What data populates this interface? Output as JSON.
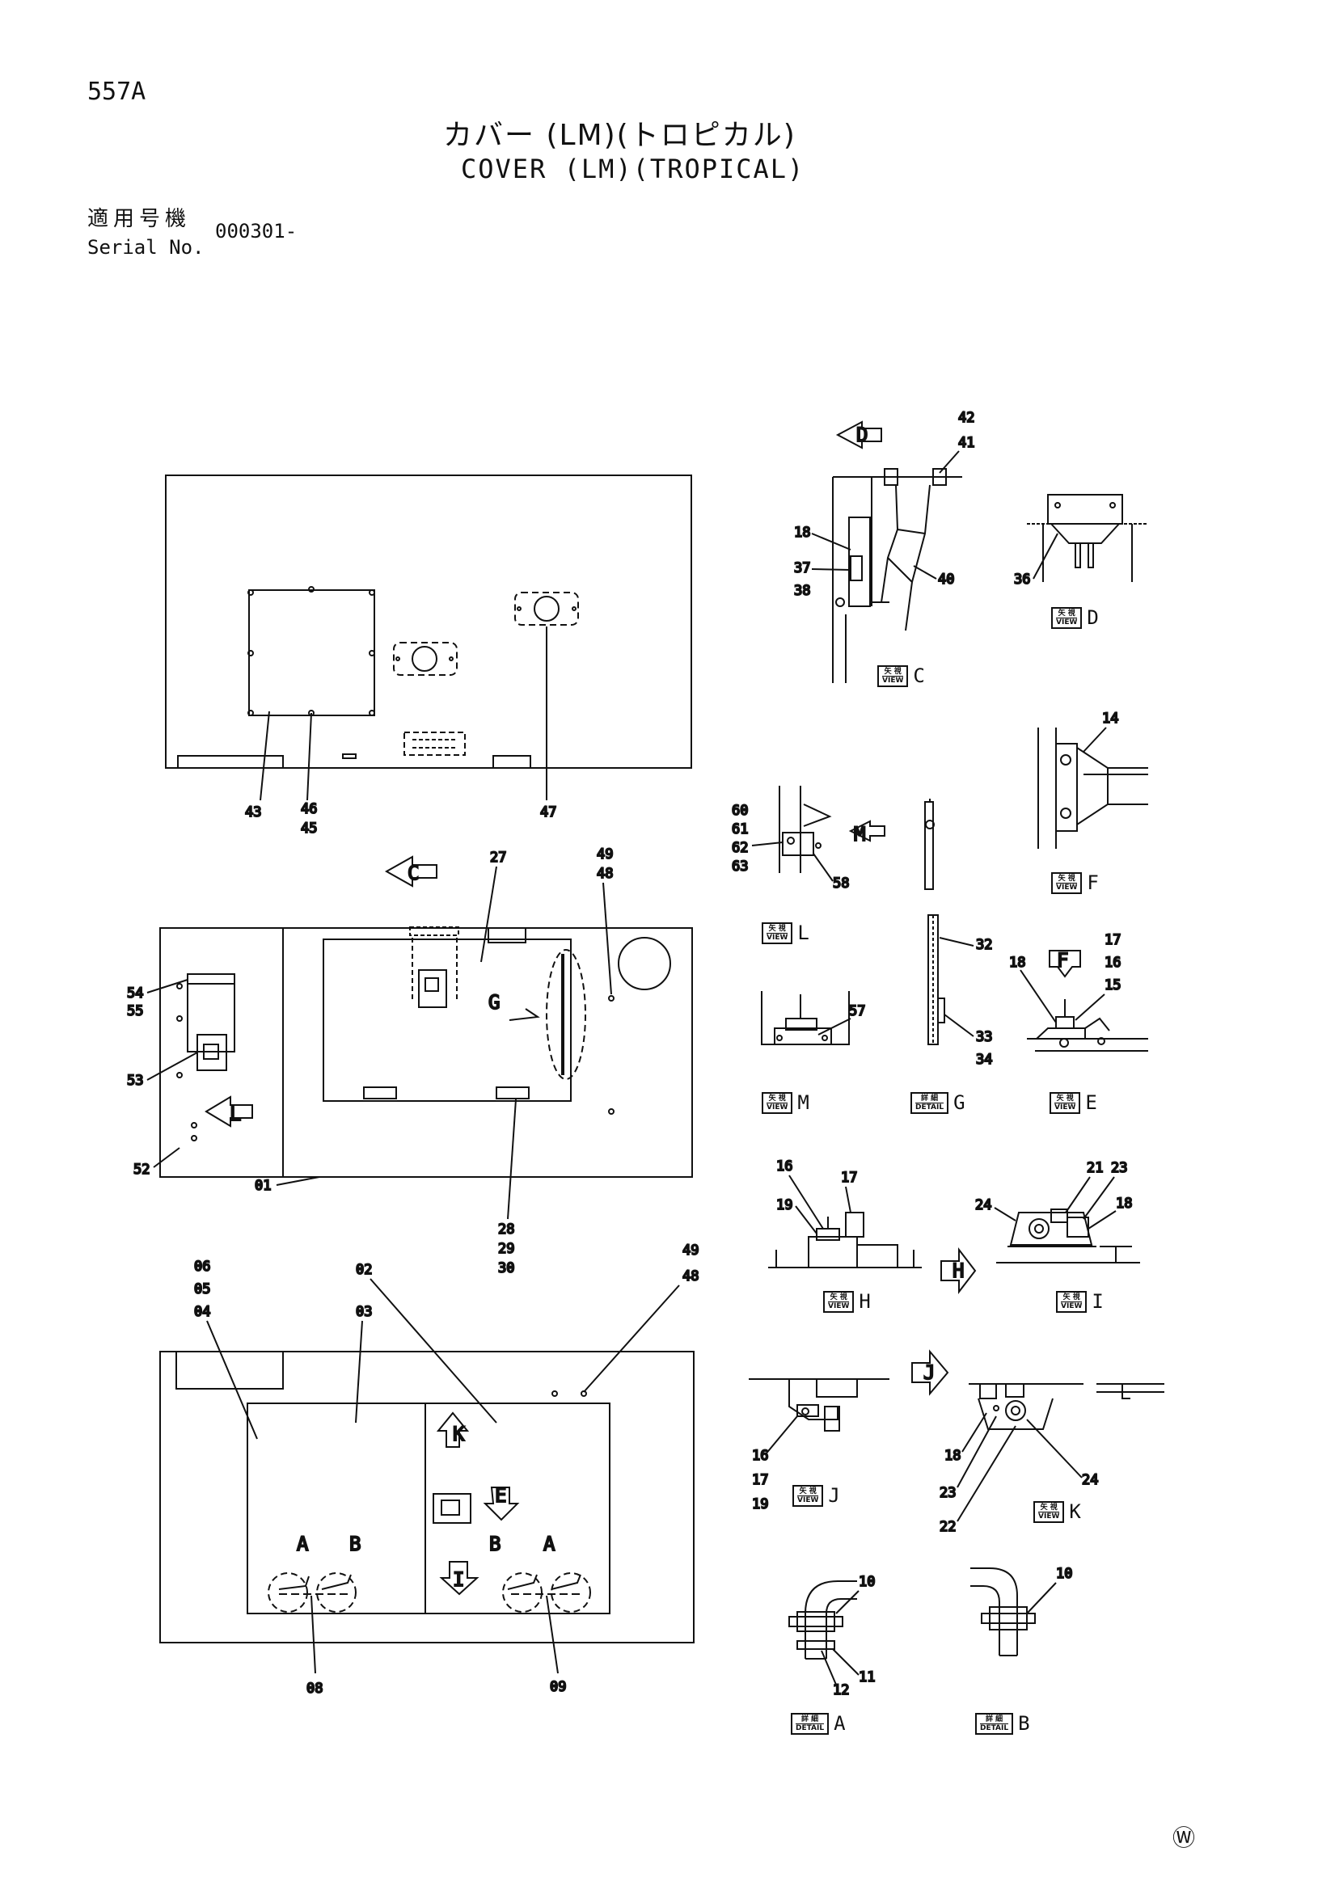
{
  "header": {
    "page_no": "557A",
    "title_jp": "カバー (LM)(トロピカル)",
    "title_en": "COVER (LM)(TROPICAL)",
    "serial_jp": "適用号機",
    "serial_en": "Serial No.",
    "serial_value": "000301-"
  },
  "footer_mark": "Ⓦ",
  "views": {
    "C": "C",
    "D": "D",
    "E": "E",
    "F": "F",
    "H": "H",
    "I": "I",
    "J": "J",
    "K": "K",
    "L": "L",
    "M": "M",
    "G": "G",
    "A": "A",
    "B": "B"
  },
  "view_tag": {
    "jp": "矢 視",
    "en": "VIEW"
  },
  "detail_tag": {
    "jp": "詳 細",
    "en": "DETAIL"
  },
  "parts": {
    "p01": "01",
    "p02": "02",
    "p03": "03",
    "p04": "04",
    "p05": "05",
    "p06": "06",
    "p08": "08",
    "p09": "09",
    "p10": "10",
    "p11": "11",
    "p12": "12",
    "p14": "14",
    "p15": "15",
    "p16": "16",
    "p17": "17",
    "p18": "18",
    "p19": "19",
    "p21": "21",
    "p22": "22",
    "p23": "23",
    "p24": "24",
    "p27": "27",
    "p28": "28",
    "p29": "29",
    "p30": "30",
    "p32": "32",
    "p33": "33",
    "p34": "34",
    "p36": "36",
    "p37": "37",
    "p38": "38",
    "p40": "40",
    "p41": "41",
    "p42": "42",
    "p43": "43",
    "p45": "45",
    "p46": "46",
    "p47": "47",
    "p48": "48",
    "p49": "49",
    "p52": "52",
    "p53": "53",
    "p54": "54",
    "p55": "55",
    "p57": "57",
    "p58": "58",
    "p60": "60",
    "p61": "61",
    "p62": "62",
    "p63": "63"
  }
}
